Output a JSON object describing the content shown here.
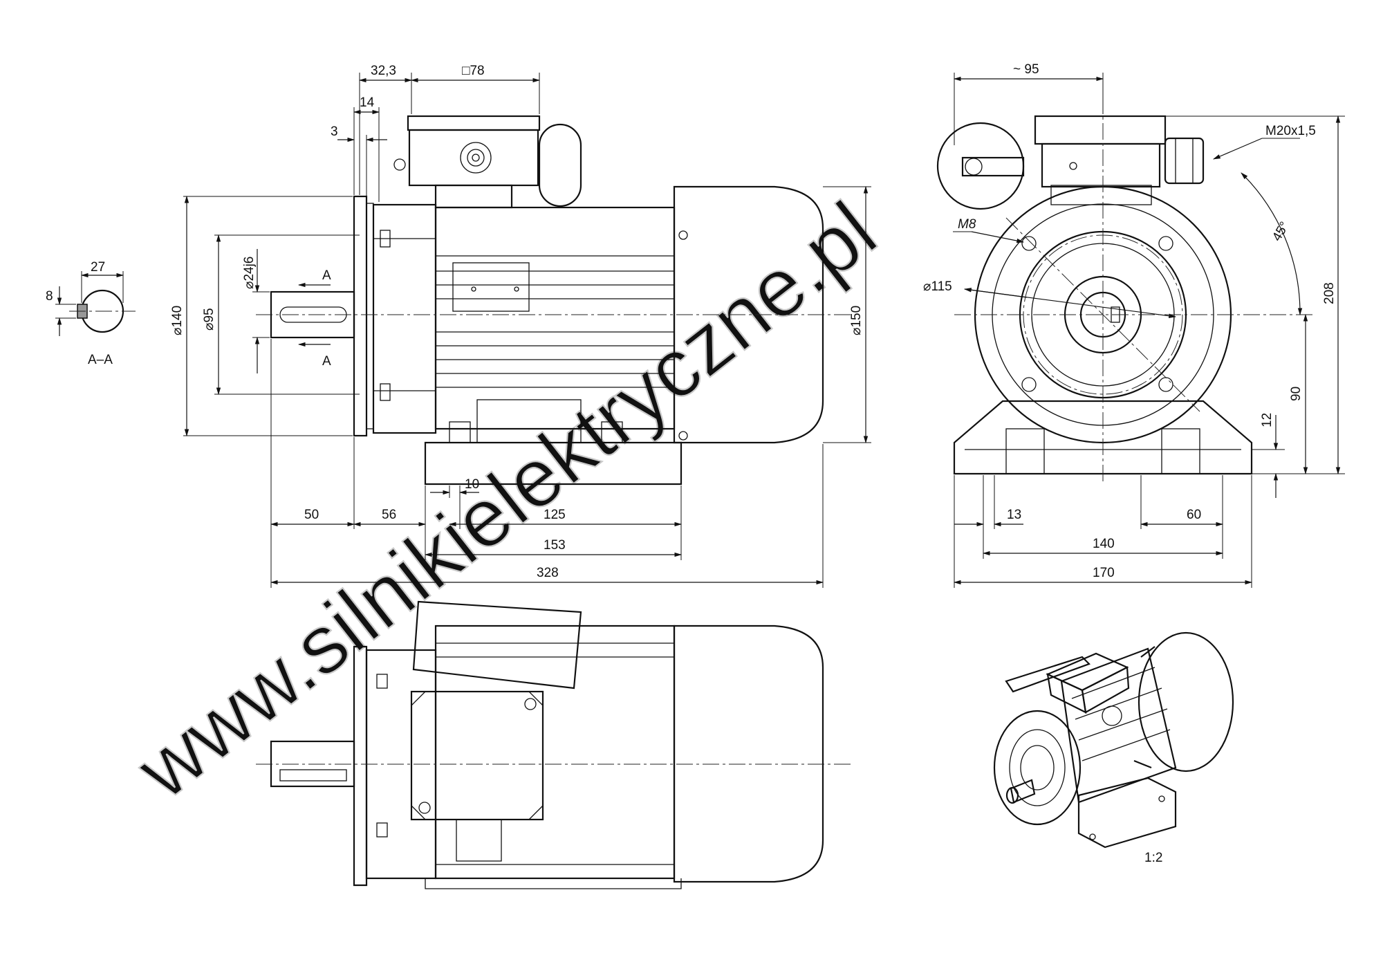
{
  "watermark": "www.silnikielektryczne.pl",
  "scale": "1:2",
  "section": {
    "label": "A–A",
    "cut_marker": "A",
    "key_width": "27",
    "key_height": "8"
  },
  "side_view": {
    "dims": {
      "terminal_offset": "32,3",
      "terminal_box": "□78",
      "flange_offset": "14",
      "spigot": "3",
      "flange_dia": "⌀140",
      "spigot_dia": "⌀95",
      "shaft_dia": "⌀24j6",
      "motor_dia": "⌀150",
      "shaft_length": "50",
      "flange_to_foot": "56",
      "foot_hole": "10",
      "foot_spacing": "125",
      "foot_length": "153",
      "total_length": "328"
    }
  },
  "end_view": {
    "dims": {
      "box_width": "~ 95",
      "gland": "M20x1,5",
      "bolt": "M8",
      "bolt_circle": "⌀115",
      "angle": "45°",
      "total_height": "208",
      "shaft_height": "90",
      "foot_thickness": "12",
      "foot_hole_dia": "13",
      "foot_width": "60",
      "foot_hole_spacing": "140",
      "base_width": "170"
    }
  }
}
